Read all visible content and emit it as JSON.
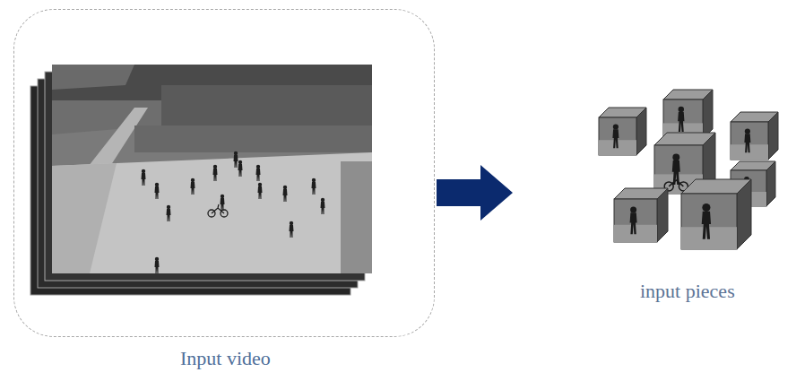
{
  "diagram": {
    "nodes": [
      {
        "text": [
          "Input video"
        ]
      },
      {
        "text": [
          "input pieces"
        ]
      }
    ],
    "edges": [
      {
        "from": 0,
        "to": 1,
        "arrow": "to"
      }
    ]
  }
}
